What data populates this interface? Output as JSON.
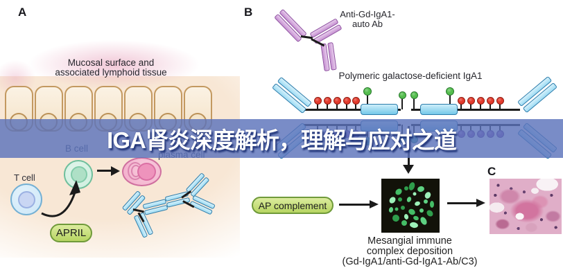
{
  "banner": {
    "title": "IGA肾炎深度解析，理解与应对之道"
  },
  "panels": {
    "a": {
      "label": "A",
      "mucosal_line1": "Mucosal surface and",
      "mucosal_line2": "associated lymphoid tissue",
      "t_cell": "T cell",
      "b_cell": "B cell",
      "plasma_cell": "plasma cell",
      "april": "APRIL"
    },
    "b": {
      "label": "B",
      "anti_gd_line1": "Anti-Gd-IgA1-",
      "anti_gd_line2": "auto Ab",
      "polymeric": "Polymeric galactose-deficient IgA1",
      "ap_complement": "AP complement",
      "caption_line1": "Mesangial immune",
      "caption_line2": "complex deposition",
      "caption_line3": "(Gd-IgA1/anti-Gd-IgA1-Ab/C3)"
    },
    "c": {
      "label": "C"
    }
  },
  "colors": {
    "banner_bg": "rgba(92,115,187,0.82)",
    "banner_text": "#ffffff",
    "glycan_red": "#e23a2c",
    "glycan_red_stroke": "#8f1d13",
    "glycan_green": "#54bd4e",
    "glycan_green_stroke": "#2a7a2e",
    "glycan_purple": "#8e5cb8",
    "glycan_purple_stroke": "#5a3684",
    "glycan_teal": "#3aa79a",
    "glycan_teal_stroke": "#1f6e69",
    "iga_blue_fill": "#9edcf4",
    "iga_blue_light": "#d6f1fb",
    "iga_blue_stroke": "#2b7cab",
    "ab_purple_fill": "#c792d2",
    "ab_purple_light": "#e7ccec",
    "ab_purple_stroke": "#8d4fa0",
    "pill_stroke": "#6f9a3a",
    "fluor_greens": [
      "#2f9e4c",
      "#5ed182",
      "#9df0b8",
      "#44bd66"
    ]
  }
}
